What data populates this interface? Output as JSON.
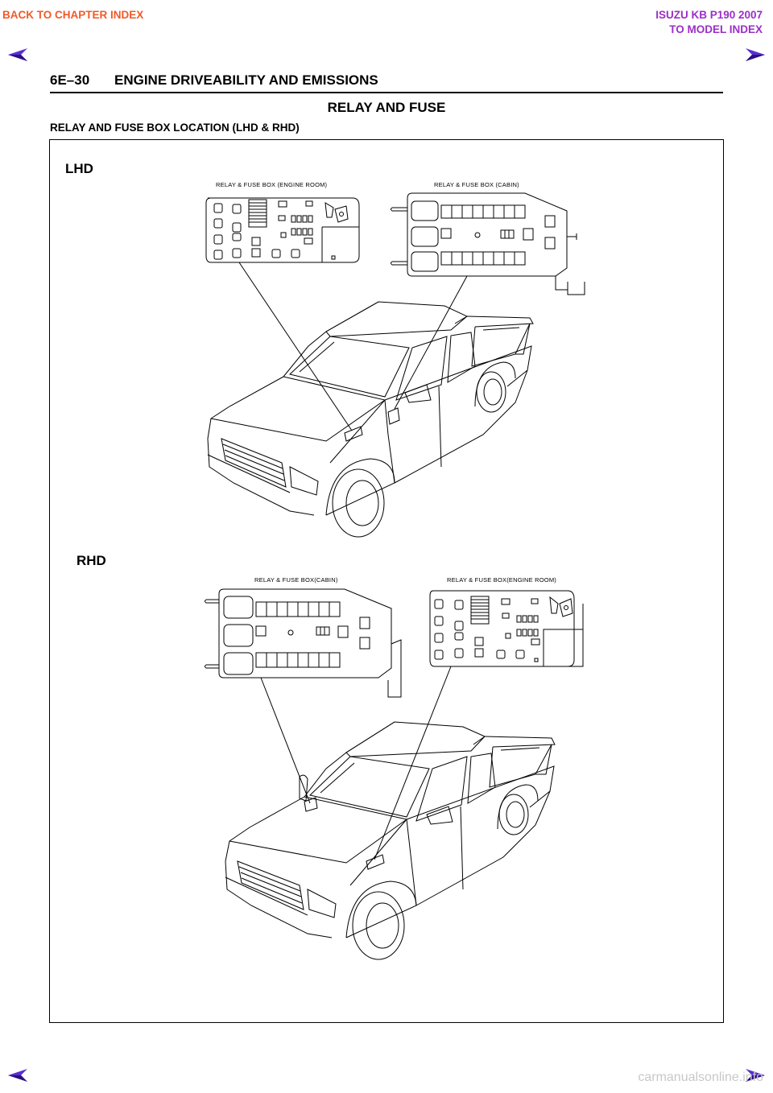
{
  "nav": {
    "back_to_chapter": "BACK TO CHAPTER INDEX",
    "model_title": "ISUZU KB P190 2007",
    "to_model_index": "TO MODEL INDEX",
    "arrow_color": "#5a2fd0"
  },
  "header": {
    "page_number": "6E–30",
    "chapter_title": "ENGINE DRIVEABILITY AND EMISSIONS"
  },
  "section": {
    "title": "RELAY AND FUSE",
    "subtitle": "RELAY AND FUSE BOX LOCATION (LHD & RHD)"
  },
  "figure": {
    "lhd": {
      "label": "LHD",
      "engine_room_box": "RELAY & FUSE BOX (ENGINE ROOM)",
      "cabin_box": "RELAY & FUSE BOX (CABIN)"
    },
    "rhd": {
      "label": "RHD",
      "cabin_box": "RELAY & FUSE BOX(CABIN)",
      "engine_room_box": "RELAY & FUSE BOX(ENGINE ROOM)"
    }
  },
  "footer": {
    "watermark": "carmanualsonline.info"
  }
}
